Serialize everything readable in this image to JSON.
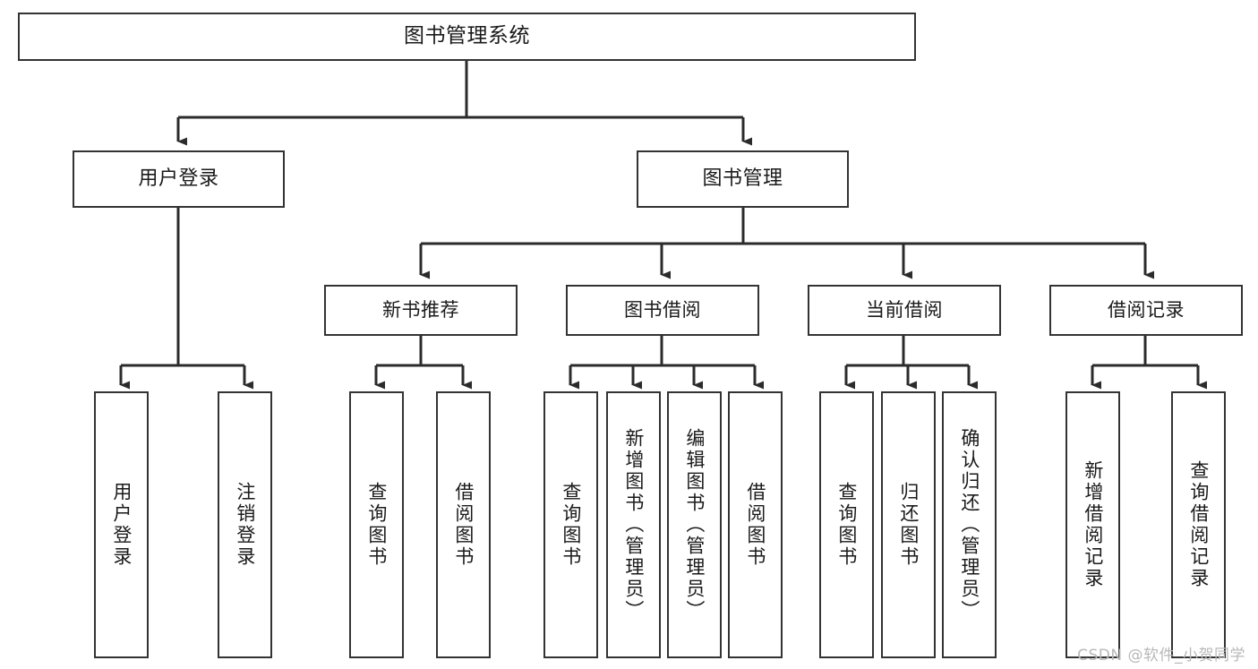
{
  "diagram": {
    "title": "图书管理系统",
    "watermark": "CSDN @软件_小贺同学",
    "colors": {
      "box_border": "#333333",
      "box_fill": "#ffffff",
      "connector": "#2b2b2b",
      "text": "#1a1a1a",
      "watermark": "#b8b8b8"
    },
    "nodes": {
      "root": {
        "label": "图书管理系统",
        "level": 1
      },
      "user_login": {
        "label": "用户登录",
        "level": 2
      },
      "book_manage": {
        "label": "图书管理",
        "level": 2
      },
      "new_book_rec": {
        "label": "新书推荐",
        "level": 3
      },
      "book_borrow": {
        "label": "图书借阅",
        "level": 3
      },
      "current_borrow": {
        "label": "当前借阅",
        "level": 3
      },
      "borrow_record": {
        "label": "借阅记录",
        "level": 3
      },
      "leaf_user_login": {
        "label": "用户登录",
        "level": 4
      },
      "leaf_user_logout": {
        "label": "注销登录",
        "level": 4
      },
      "leaf_query_book_1": {
        "label": "查询图书",
        "level": 4
      },
      "leaf_borrow_book_1": {
        "label": "借阅图书",
        "level": 4
      },
      "leaf_query_book_2": {
        "label": "查询图书",
        "level": 4
      },
      "leaf_add_book": {
        "label": "新增图书（管理员）",
        "level": 4
      },
      "leaf_edit_book": {
        "label": "编辑图书（管理员）",
        "level": 4
      },
      "leaf_borrow_book_2": {
        "label": "借阅图书",
        "level": 4
      },
      "leaf_query_book_3": {
        "label": "查询图书",
        "level": 4
      },
      "leaf_return_book": {
        "label": "归还图书",
        "level": 4
      },
      "leaf_confirm_return": {
        "label": "确认归还（管理员）",
        "level": 4
      },
      "leaf_add_record": {
        "label": "新增借阅记录",
        "level": 4
      },
      "leaf_query_record": {
        "label": "查询借阅记录",
        "level": 4
      }
    },
    "edges": [
      {
        "from": "root",
        "to": "user_login"
      },
      {
        "from": "root",
        "to": "book_manage"
      },
      {
        "from": "book_manage",
        "to": "new_book_rec"
      },
      {
        "from": "book_manage",
        "to": "book_borrow"
      },
      {
        "from": "book_manage",
        "to": "current_borrow"
      },
      {
        "from": "book_manage",
        "to": "borrow_record"
      },
      {
        "from": "user_login",
        "to": "leaf_user_login"
      },
      {
        "from": "user_login",
        "to": "leaf_user_logout"
      },
      {
        "from": "new_book_rec",
        "to": "leaf_query_book_1"
      },
      {
        "from": "new_book_rec",
        "to": "leaf_borrow_book_1"
      },
      {
        "from": "book_borrow",
        "to": "leaf_query_book_2"
      },
      {
        "from": "book_borrow",
        "to": "leaf_add_book"
      },
      {
        "from": "book_borrow",
        "to": "leaf_edit_book"
      },
      {
        "from": "book_borrow",
        "to": "leaf_borrow_book_2"
      },
      {
        "from": "current_borrow",
        "to": "leaf_query_book_3"
      },
      {
        "from": "current_borrow",
        "to": "leaf_return_book"
      },
      {
        "from": "current_borrow",
        "to": "leaf_confirm_return"
      },
      {
        "from": "borrow_record",
        "to": "leaf_add_record"
      },
      {
        "from": "borrow_record",
        "to": "leaf_query_record"
      }
    ]
  }
}
